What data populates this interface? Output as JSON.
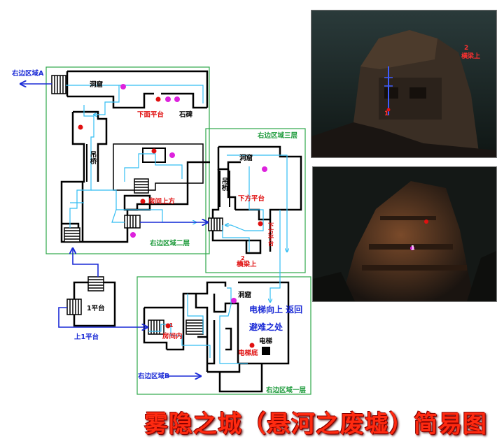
{
  "title": "雾隐之城（悬河之废墟）简易图",
  "colors": {
    "zone_border": "#2ea84a",
    "wall": "#000000",
    "path": "#33bdf2",
    "arrow_blue": "#1a2ad6",
    "marker_red": "#e01010",
    "marker_pink": "#dd22dd",
    "label_red": "#e01010",
    "label_green": "#1c9a3a",
    "label_blue": "#1a2ad6"
  },
  "labels": {
    "zone_a": "右边区域A",
    "zone_b": "右边区域B",
    "zone_2": "右边区域二层",
    "zone_3": "右边区域三层",
    "zone_1": "右边区域一层",
    "cave_1": "洞窟",
    "cave_2": "洞窟",
    "cave_3": "洞窟",
    "lower_platform": "下面平台",
    "stone_tablet": "石碑",
    "bridge_1": "吊桥",
    "bridge_2": "吊桥",
    "room_above": "房间上方",
    "under_platform": "下方平台",
    "under_platform_v": "下方平台",
    "beam_up_1": "横梁上",
    "beam_up_2": "横梁上",
    "platform_1": "1平台",
    "up_platform_1": "上1平台",
    "room_in": "房间内",
    "elevator_up": "电梯向上 返回",
    "shelter": "避难之处",
    "elevator": "电梯",
    "elevator_bottom": "电梯底",
    "num_1": "1",
    "num_2": "2",
    "num_1b": "1",
    "num_1c": "1",
    "num_2b": "2"
  }
}
